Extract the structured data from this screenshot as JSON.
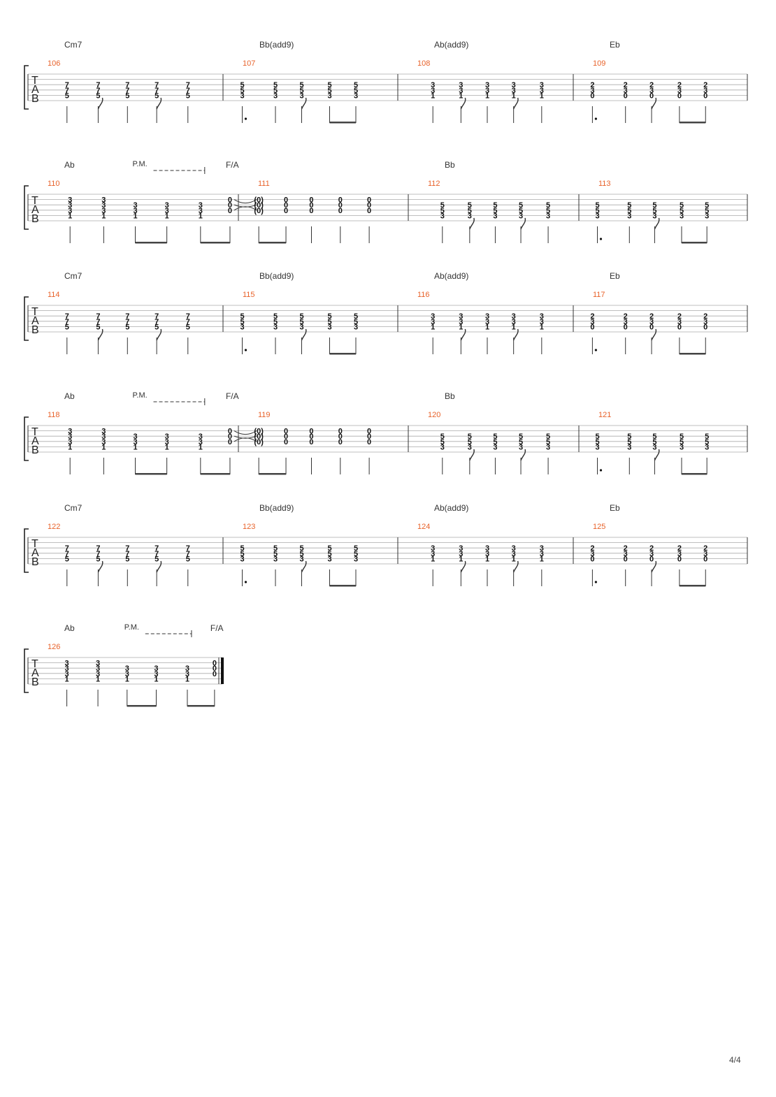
{
  "page_number": "4/4",
  "tab_clef": [
    "T",
    "A",
    "B"
  ],
  "palm_mute_label": "P.M.",
  "systems": [
    {
      "measures": [
        {
          "number": "106",
          "chord": "Cm7",
          "pattern": "A",
          "frets": [
            "7",
            "7",
            "5"
          ]
        },
        {
          "number": "107",
          "chord": "Bb(add9)",
          "pattern": "B",
          "frets": [
            "5",
            "5",
            "3"
          ]
        },
        {
          "number": "108",
          "chord": "Ab(add9)",
          "pattern": "A",
          "frets": [
            "3",
            "3",
            "1"
          ]
        },
        {
          "number": "109",
          "chord": "Eb",
          "pattern": "B",
          "frets": [
            "2",
            "3",
            "0"
          ]
        }
      ]
    },
    {
      "measures": [
        {
          "number": "110",
          "chord": "Ab",
          "chord2": "F/A",
          "pattern": "C",
          "palm_mute": true
        },
        {
          "number": "111",
          "chord": "",
          "pattern": "D"
        },
        {
          "number": "112",
          "chord": "Bb",
          "pattern": "A",
          "frets": [
            "5",
            "5",
            "3"
          ]
        },
        {
          "number": "113",
          "chord": "",
          "pattern": "B",
          "frets": [
            "5",
            "5",
            "3"
          ]
        }
      ]
    },
    {
      "measures": [
        {
          "number": "114",
          "chord": "Cm7",
          "pattern": "A",
          "frets": [
            "7",
            "7",
            "5"
          ]
        },
        {
          "number": "115",
          "chord": "Bb(add9)",
          "pattern": "B",
          "frets": [
            "5",
            "5",
            "3"
          ]
        },
        {
          "number": "116",
          "chord": "Ab(add9)",
          "pattern": "A",
          "frets": [
            "3",
            "3",
            "1"
          ]
        },
        {
          "number": "117",
          "chord": "Eb",
          "pattern": "B",
          "frets": [
            "2",
            "3",
            "0"
          ]
        }
      ]
    },
    {
      "measures": [
        {
          "number": "118",
          "chord": "Ab",
          "chord2": "F/A",
          "pattern": "C",
          "palm_mute": true
        },
        {
          "number": "119",
          "chord": "",
          "pattern": "D"
        },
        {
          "number": "120",
          "chord": "Bb",
          "pattern": "A",
          "frets": [
            "5",
            "5",
            "3"
          ]
        },
        {
          "number": "121",
          "chord": "",
          "pattern": "B",
          "frets": [
            "5",
            "5",
            "3"
          ]
        }
      ]
    },
    {
      "measures": [
        {
          "number": "122",
          "chord": "Cm7",
          "pattern": "A",
          "frets": [
            "7",
            "7",
            "5"
          ]
        },
        {
          "number": "123",
          "chord": "Bb(add9)",
          "pattern": "B",
          "frets": [
            "5",
            "5",
            "3"
          ]
        },
        {
          "number": "124",
          "chord": "Ab(add9)",
          "pattern": "A",
          "frets": [
            "3",
            "3",
            "1"
          ]
        },
        {
          "number": "125",
          "chord": "Eb",
          "pattern": "B",
          "frets": [
            "2",
            "3",
            "0"
          ]
        }
      ]
    },
    {
      "measures": [
        {
          "number": "126",
          "chord": "Ab",
          "chord2": "F/A",
          "pattern": "C",
          "palm_mute": true,
          "final": true
        }
      ]
    }
  ]
}
